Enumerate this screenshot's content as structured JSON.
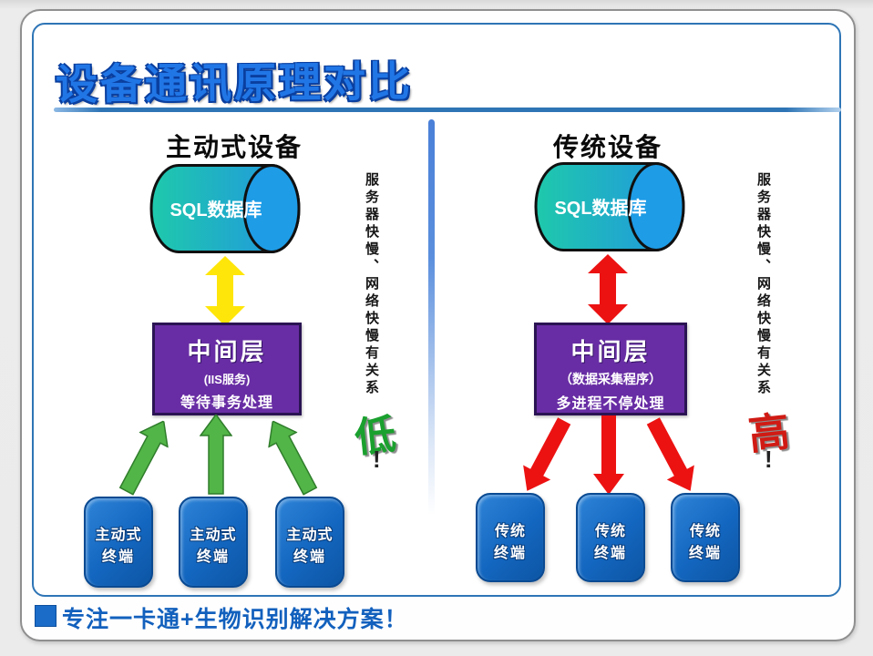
{
  "title": "设备通讯原理对比",
  "footer": {
    "text": "专注一卡通+生物识别解决方案！"
  },
  "colors": {
    "accent_blue": "#2e75b6",
    "active_sync_arrow": "#ffe60a",
    "traditional_sync_arrow": "#ec1212",
    "active_flow_arrow": "#52b547",
    "active_flow_arrow_edge": "#2f7d2b",
    "traditional_flow_arrow": "#ec1212",
    "db_body_start": "#1fc9ab",
    "db_body_end": "#2093e4",
    "db_rim": "#1e9ce6",
    "middle_box_purple": "#682da4",
    "terminal_blue": "#1366bf",
    "verdict_low_green": "#1aa02e",
    "verdict_high_red": "#d01b14"
  },
  "left_panel": {
    "header": "主动式设备",
    "database_label": "SQL数据库",
    "middle_layer": {
      "title": "中间层",
      "subtitle": "(IIS服务)",
      "description": "等待事务处理"
    },
    "terminal_line1": "主动式",
    "terminal_line2": "终端",
    "side_note": "服务器快慢、网络快慢有关系",
    "verdict": "低",
    "verdict_mark": "!"
  },
  "right_panel": {
    "header": "传统设备",
    "database_label": "SQL数据库",
    "middle_layer": {
      "title": "中间层",
      "subtitle": "（数据采集程序）",
      "description": "多进程不停处理"
    },
    "terminal_line1": "传统",
    "terminal_line2": "终端",
    "side_note": "服务器快慢、网络快慢有关系",
    "verdict": "高",
    "verdict_mark": "!"
  }
}
